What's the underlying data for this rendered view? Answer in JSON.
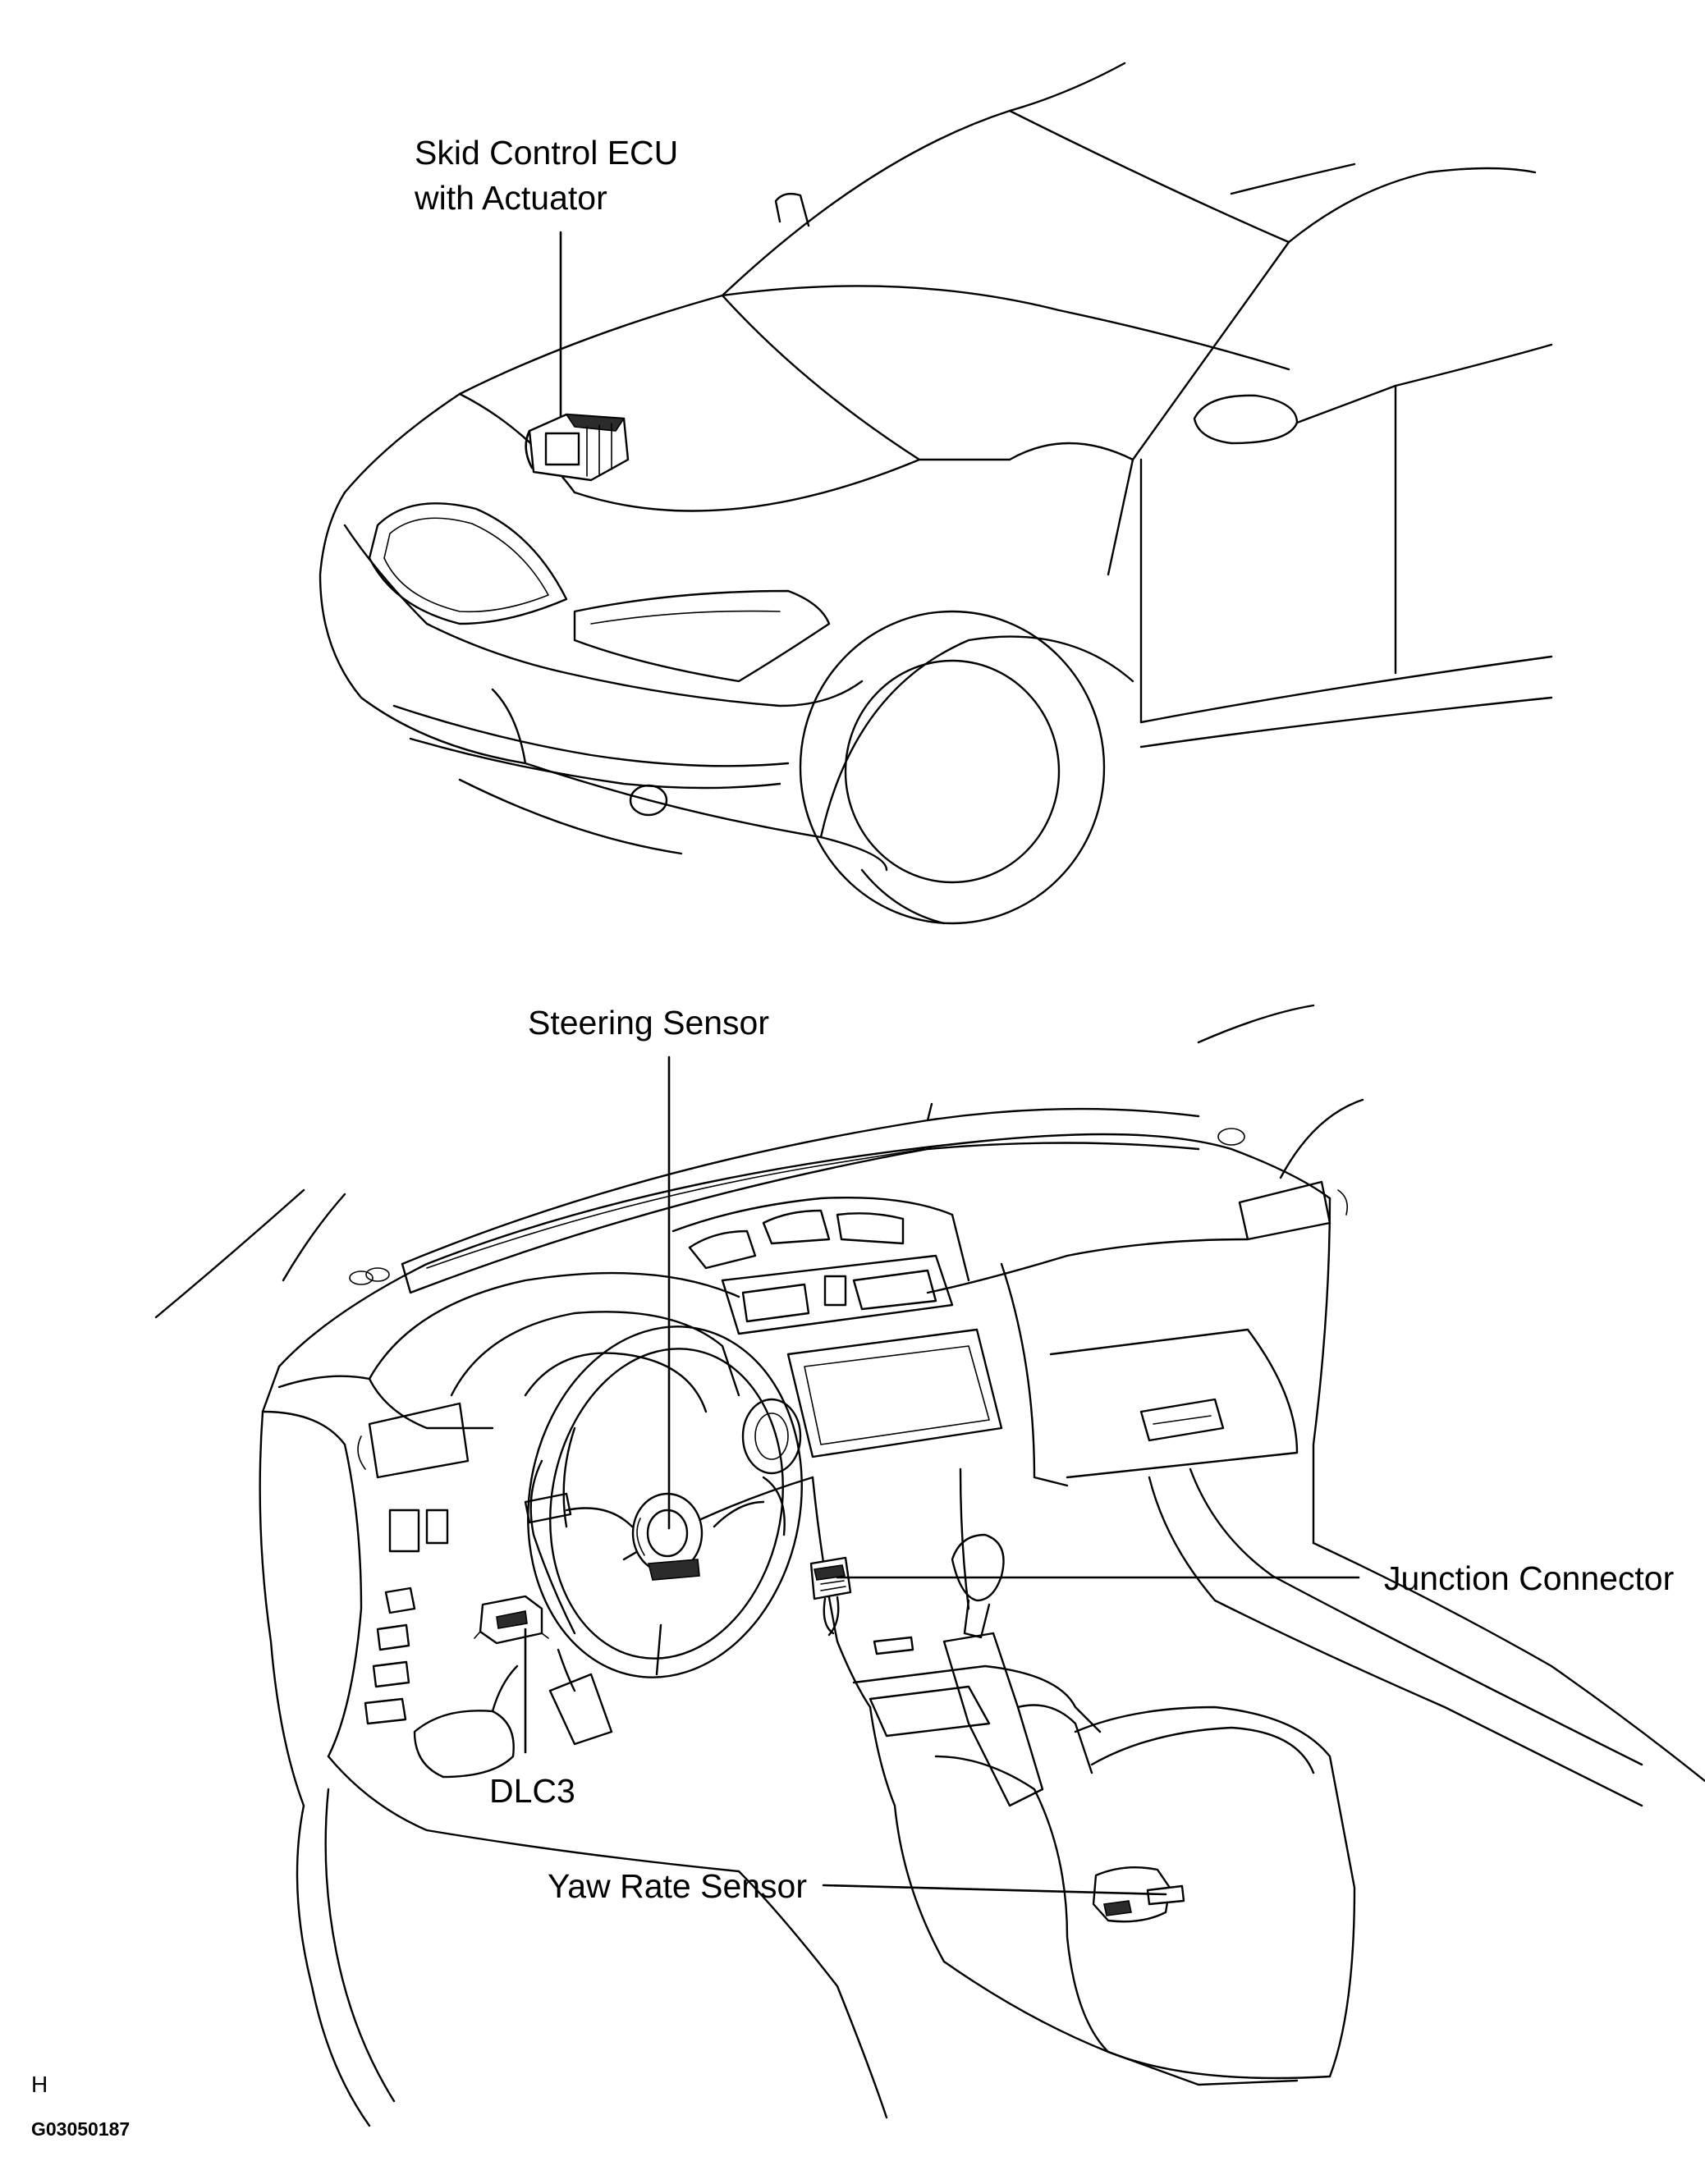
{
  "labels": {
    "skid_control_line1": "Skid Control ECU",
    "skid_control_line2": "with Actuator",
    "steering_sensor": "Steering Sensor",
    "junction_connector": "Junction Connector",
    "dlc3": "DLC3",
    "yaw_rate_sensor": "Yaw Rate Sensor"
  },
  "footer": {
    "section_letter": "H",
    "figure_code": "G03050187"
  }
}
